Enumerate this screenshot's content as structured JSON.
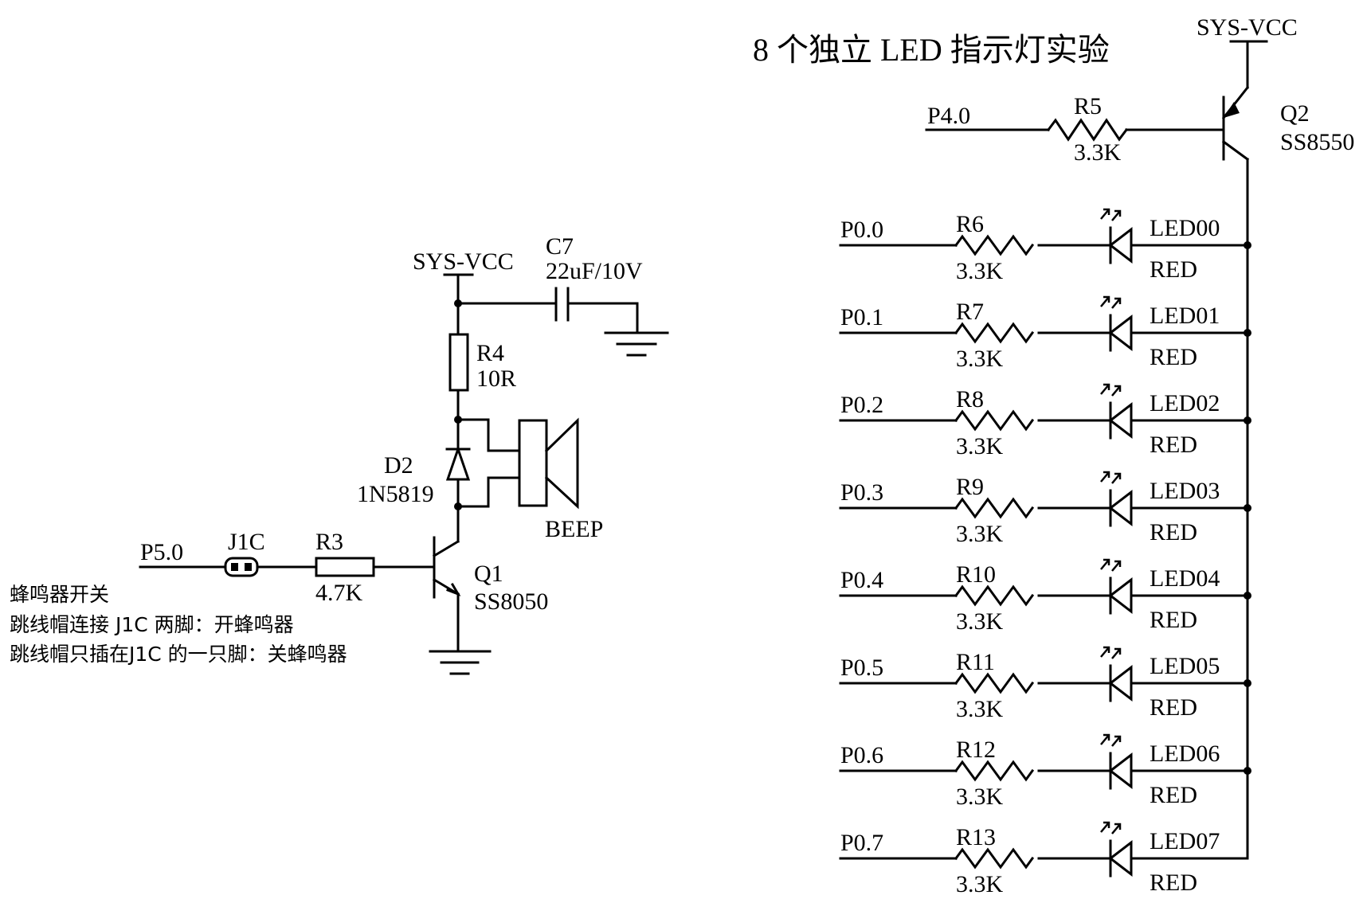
{
  "title": "8 个独立 LED 指示灯实验",
  "beeper_circuit": {
    "vcc_label": "SYS-VCC",
    "capacitor": {
      "ref": "C7",
      "value": "22uF/10V"
    },
    "resistor_r4": {
      "ref": "R4",
      "value": "10R"
    },
    "diode": {
      "ref": "D2",
      "value": "1N5819"
    },
    "buzzer": {
      "label": "BEEP"
    },
    "transistor": {
      "ref": "Q1",
      "value": "SS8050"
    },
    "resistor_r3": {
      "ref": "R3",
      "value": "4.7K"
    },
    "jumper": {
      "ref": "J1C"
    },
    "input_pin": "P5.0",
    "notes": [
      "蜂鸣器开关",
      "跳线帽连接 J1C 两脚：开蜂鸣器",
      "跳线帽只插在J1C 的一只脚：关蜂鸣器"
    ]
  },
  "led_circuit": {
    "vcc_label": "SYS-VCC",
    "control_pin": "P4.0",
    "resistor_r5": {
      "ref": "R5",
      "value": "3.3K"
    },
    "transistor": {
      "ref": "Q2",
      "value": "SS8550"
    },
    "rows": [
      {
        "pin": "P0.0",
        "res": "R6",
        "res_value": "3.3K",
        "led": "LED00",
        "color": "RED"
      },
      {
        "pin": "P0.1",
        "res": "R7",
        "res_value": "3.3K",
        "led": "LED01",
        "color": "RED"
      },
      {
        "pin": "P0.2",
        "res": "R8",
        "res_value": "3.3K",
        "led": "LED02",
        "color": "RED"
      },
      {
        "pin": "P0.3",
        "res": "R9",
        "res_value": "3.3K",
        "led": "LED03",
        "color": "RED"
      },
      {
        "pin": "P0.4",
        "res": "R10",
        "res_value": "3.3K",
        "led": "LED04",
        "color": "RED"
      },
      {
        "pin": "P0.5",
        "res": "R11",
        "res_value": "3.3K",
        "led": "LED05",
        "color": "RED"
      },
      {
        "pin": "P0.6",
        "res": "R12",
        "res_value": "3.3K",
        "led": "LED06",
        "color": "RED"
      },
      {
        "pin": "P0.7",
        "res": "R13",
        "res_value": "3.3K",
        "led": "LED07",
        "color": "RED"
      }
    ]
  }
}
